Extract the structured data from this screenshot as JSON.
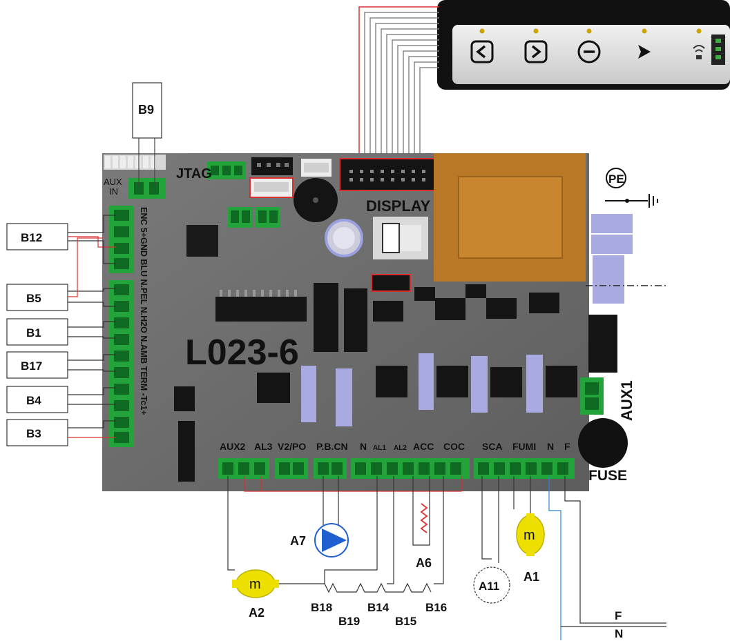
{
  "board": {
    "model": "L023-6",
    "jtag": "JTAG",
    "display": "DISPLAY",
    "aux_in": [
      "AUX",
      "IN"
    ],
    "aux1": "AUX1",
    "pe": "PE",
    "fuse": "FUSE"
  },
  "left_labels": [
    "ENC 5+GND BLU N.PEL N.H2O N.AMB TERM -Tc1+"
  ],
  "sensor_boxes": {
    "b9": "B9",
    "b12": "B12",
    "b5": "B5",
    "b1": "B1",
    "b17": "B17",
    "b4": "B4",
    "b3": "B3"
  },
  "bottom_terminals": {
    "aux2": "AUX2",
    "al3": "AL3",
    "v2po": "V2/PO",
    "pbcn": "P.B.CN",
    "n": "N",
    "al1": "AL1",
    "al2": "AL2",
    "acc": "ACC",
    "coc": "COC",
    "sca": "SCA",
    "fumi": "FUMI",
    "n2": "N",
    "f": "F"
  },
  "devices": {
    "a7": "A7",
    "a6": "A6",
    "a1": "A1",
    "a11": "A11",
    "a2": "A2",
    "motor_a2": "m",
    "motor_a1": "m",
    "b18": "B18",
    "b19": "B19",
    "b14": "B14",
    "b15": "B15",
    "b16": "B16",
    "line_f": "F",
    "line_n": "N"
  },
  "keypad_icons": [
    "chevron-left-icon",
    "chevron-right-icon",
    "minus-icon",
    "play-icon",
    "wifi-icon"
  ],
  "colors": {
    "board": "#6a6a6a",
    "terminal_green": "#28a745",
    "transformer": "#c8862e",
    "capacitor": "#9ea0dc",
    "wire_red": "#d93030",
    "wire_blue": "#2d80d0",
    "motor_yellow": "#ede000",
    "pump_blue": "#1f5fd0"
  }
}
